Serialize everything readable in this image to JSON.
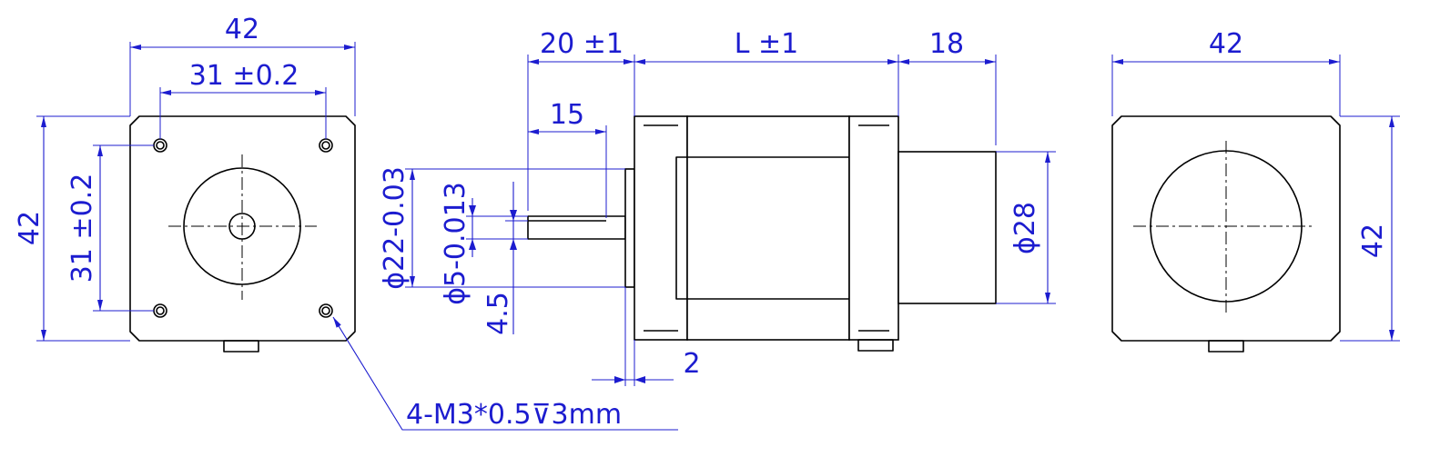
{
  "drawing": {
    "line_color": "#000000",
    "dimension_color": "#1c1ccf",
    "front_view": {
      "width_dim": "42",
      "hole_spacing_horizontal": "31 ±0.2",
      "height_dim": "42",
      "hole_spacing_vertical": "31 ±0.2",
      "thread_callout": "4-M3*0.5⊽3mm"
    },
    "side_view": {
      "shaft_length": "20 ±1",
      "body_length": "L ±1",
      "rear_length": "18",
      "flat_length": "15",
      "boss_diameter": "ϕ22-0.03",
      "shaft_diameter": "ϕ5-0.013",
      "flat_depth": "4.5",
      "boss_thickness": "2",
      "rear_diameter": "ϕ28"
    },
    "rear_view": {
      "width_dim": "42",
      "height_dim": "42"
    }
  }
}
